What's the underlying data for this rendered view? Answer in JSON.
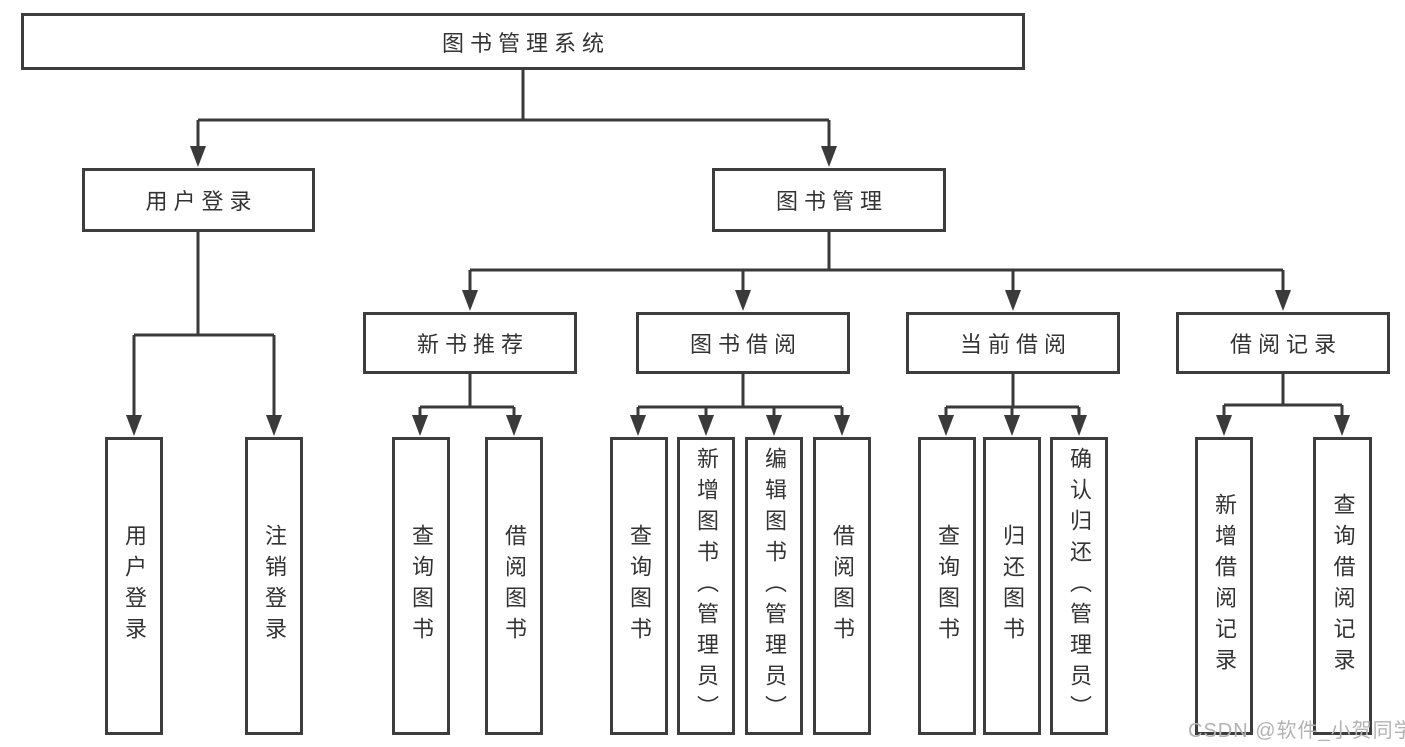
{
  "tree": {
    "label": "图书管理系统",
    "children": [
      {
        "label": "用户登录",
        "children": [
          {
            "label": "用户登录"
          },
          {
            "label": "注销登录"
          }
        ]
      },
      {
        "label": "图书管理",
        "children": [
          {
            "label": "新书推荐",
            "children": [
              {
                "label": "查询图书"
              },
              {
                "label": "借阅图书"
              }
            ]
          },
          {
            "label": "图书借阅",
            "children": [
              {
                "label": "查询图书"
              },
              {
                "label": "新增图书（管理员）"
              },
              {
                "label": "编辑图书（管理员）"
              },
              {
                "label": "借阅图书"
              }
            ]
          },
          {
            "label": "当前借阅",
            "children": [
              {
                "label": "查询图书"
              },
              {
                "label": "归还图书"
              },
              {
                "label": "确认归还（管理员）"
              }
            ]
          },
          {
            "label": "借阅记录",
            "children": [
              {
                "label": "新增借阅记录"
              },
              {
                "label": "查询借阅记录"
              }
            ]
          }
        ]
      }
    ]
  },
  "watermark": {
    "text": "CSDN @软件_小贺同学"
  },
  "colors": {
    "line": "#3a3a3a",
    "box_border": "#3d3d3d",
    "text": "#333333",
    "watermark": "#b3b3b3",
    "background": "#ffffff"
  }
}
